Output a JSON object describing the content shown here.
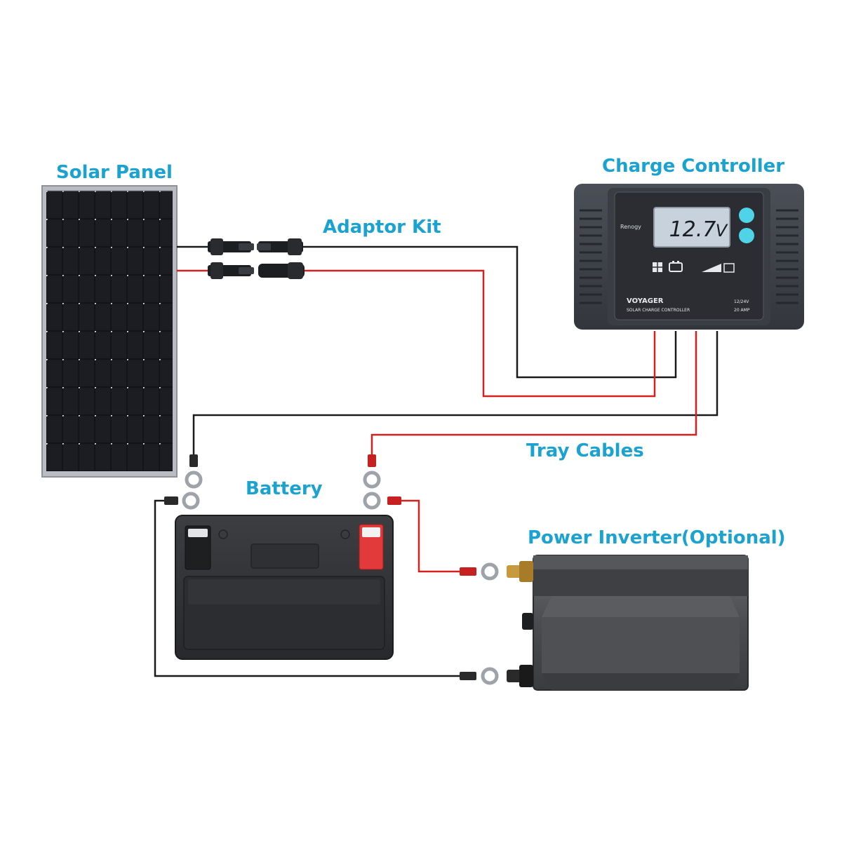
{
  "labels": {
    "solar_panel": "Solar Panel",
    "charge_controller": "Charge Controller",
    "adaptor_kit": "Adaptor Kit",
    "tray_cables": "Tray Cables",
    "battery": "Battery",
    "power_inverter": "Power Inverter(Optional)"
  },
  "controller": {
    "display_value": "12.7",
    "display_unit": "V",
    "brand": "Renogy",
    "model": "VOYAGER",
    "subtitle": "SOLAR CHARGE CONTROLLER",
    "rating_voltage": "12/24V",
    "rating_current": "20 AMP"
  },
  "colors": {
    "label_text": "#1aa3d0",
    "positive_wire": "#d42020",
    "negative_wire": "#1a1a1a",
    "controller_button": "#4fd3e8"
  }
}
